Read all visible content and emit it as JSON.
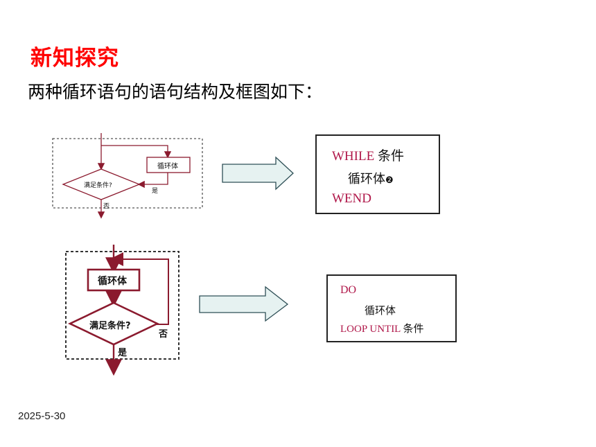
{
  "slide": {
    "title": "新知探究",
    "subtitle": "两种循环语句的语句结构及框图如下：",
    "date": "2025-5-30"
  },
  "while_flowchart": {
    "body_label": "循环体",
    "condition_label": "满足条件?",
    "yes_label": "是",
    "no_label": "否"
  },
  "while_code": {
    "line1_keyword": "WHILE",
    "line1_text": "条件",
    "line2_text": "循环体",
    "line2_marker": "❷",
    "line3_keyword": "WEND"
  },
  "until_flowchart": {
    "body_label": "循环体",
    "condition_label": "满足条件?",
    "no_label": "否",
    "yes_label": "是"
  },
  "until_code": {
    "line1_keyword": "DO",
    "line2_text": "循环体",
    "line3_keyword": "LOOP UNTIL",
    "line3_text": "条件"
  },
  "colors": {
    "title": "#ff0000",
    "keyword": "#b0184a",
    "flow_red": "#8b1a2e",
    "arrow_fill": "#e6f2f1",
    "arrow_stroke": "#2e4f56"
  }
}
